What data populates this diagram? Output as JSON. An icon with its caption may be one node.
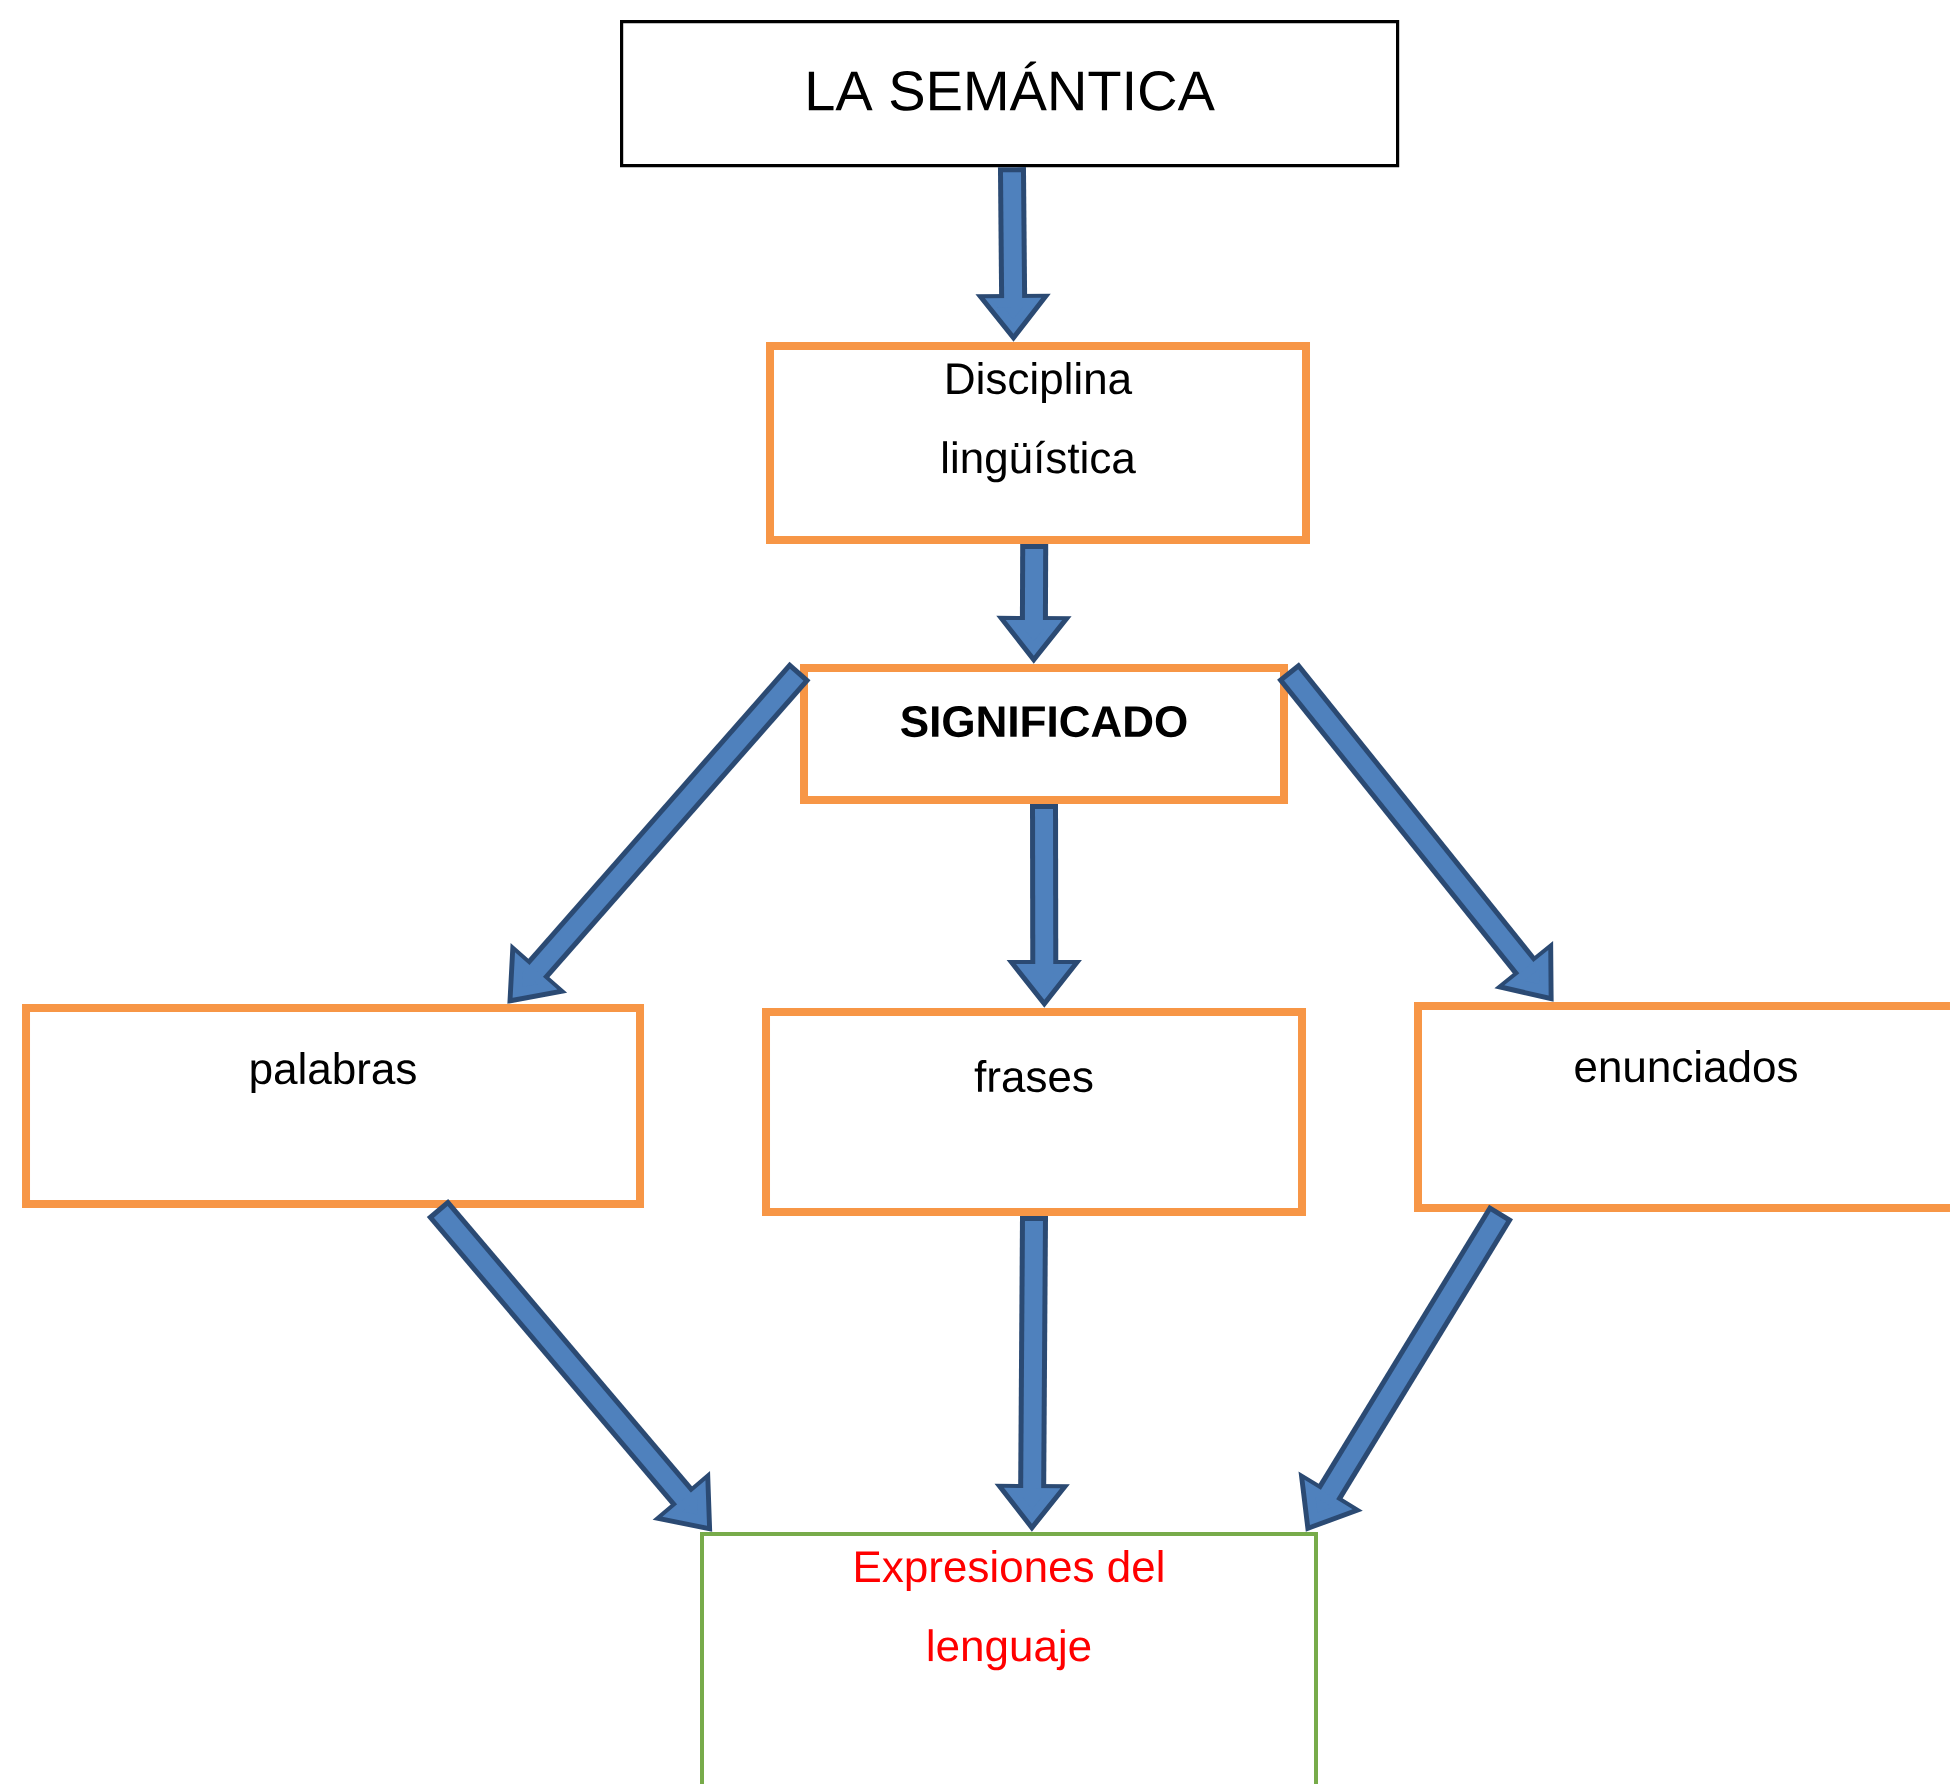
{
  "diagram": {
    "nodes": [
      {
        "text": [
          "LA SEMÁNTICA"
        ]
      },
      {
        "text": [
          "Disciplina lingüística"
        ]
      },
      {
        "text": [
          "SIGNIFICADO"
        ]
      },
      {
        "text": [
          "palabras"
        ]
      },
      {
        "text": [
          "frases"
        ]
      },
      {
        "text": [
          "enunciados"
        ]
      },
      {
        "text": [
          "Expresiones del lenguaje"
        ]
      }
    ],
    "edges": [
      {
        "from": 0,
        "to": 1,
        "arrow": "to"
      },
      {
        "from": 1,
        "to": 2,
        "arrow": "to"
      },
      {
        "from": 2,
        "to": 3,
        "arrow": "to"
      },
      {
        "from": 2,
        "to": 4,
        "arrow": "to"
      },
      {
        "from": 2,
        "to": 5,
        "arrow": "to"
      },
      {
        "from": 3,
        "to": 6,
        "arrow": "to"
      },
      {
        "from": 4,
        "to": 6,
        "arrow": "to"
      },
      {
        "from": 5,
        "to": 6,
        "arrow": "to"
      }
    ]
  }
}
